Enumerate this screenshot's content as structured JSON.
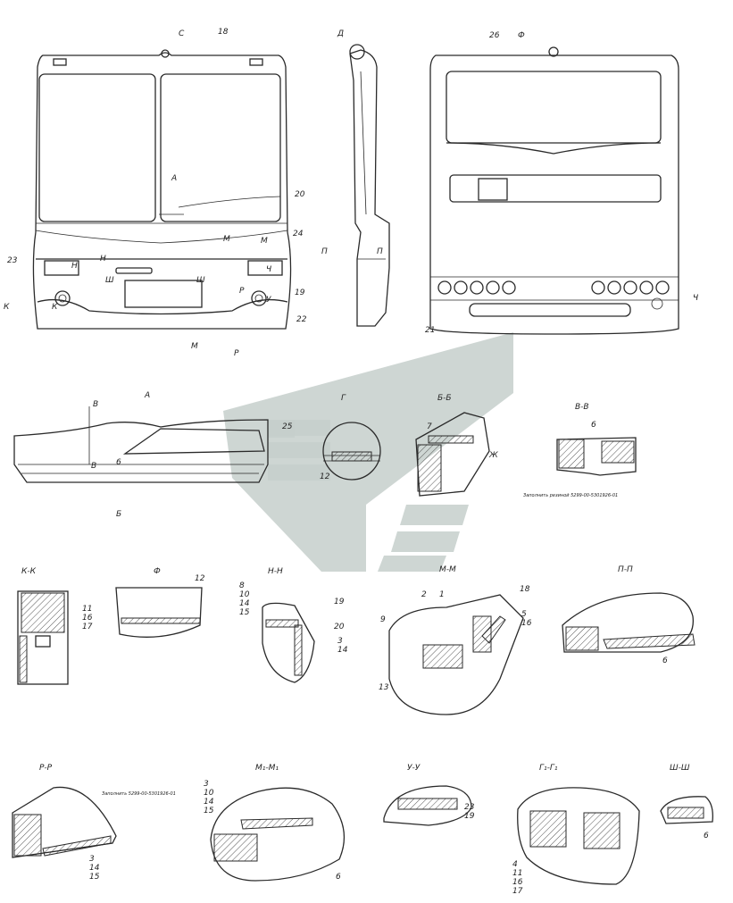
{
  "watermark_color": "#c6cfcb",
  "views": {
    "front": {
      "callouts": [
        "С",
        "18",
        "23",
        "20",
        "24",
        "19",
        "22",
        "А",
        "Н",
        "Н",
        "М",
        "М",
        "Ш",
        "Ш",
        "Р",
        "У",
        "Ч",
        "К",
        "К",
        "М",
        "Р"
      ]
    },
    "side": {
      "callouts": [
        "Д",
        "П",
        "П"
      ]
    },
    "rear": {
      "callouts": [
        "26",
        "Ф",
        "21",
        "Ч"
      ]
    }
  },
  "sections": {
    "A": {
      "title": "А",
      "callouts": [
        "В",
        "В",
        "25",
        "6",
        "Б"
      ]
    },
    "G": {
      "title": "Г",
      "callouts": [
        "12"
      ]
    },
    "BB": {
      "title": "Б-Б",
      "callouts": [
        "7",
        "Ж"
      ]
    },
    "VV": {
      "title": "В-В",
      "callouts": [
        "6"
      ],
      "note": "Заполнить резиной 5299-00-5301926-01"
    },
    "KK": {
      "title": "К-К",
      "callouts": [
        "11",
        "16",
        "17"
      ]
    },
    "F": {
      "title": "Ф",
      "callouts": [
        "12"
      ]
    },
    "NN": {
      "title": "Н-Н",
      "callouts": [
        "8",
        "10",
        "14",
        "15",
        "19",
        "20",
        "3",
        "14"
      ]
    },
    "MM": {
      "title": "М-М",
      "callouts": [
        "2",
        "1",
        "18",
        "9",
        "5",
        "16",
        "13"
      ]
    },
    "PP": {
      "title": "П-П",
      "callouts": [
        "6"
      ]
    },
    "RR": {
      "title": "Р-Р",
      "callouts": [
        "3",
        "14",
        "15"
      ],
      "note": "Заполнить 5299-00-5301926-01"
    },
    "M1M1": {
      "title": "М₁-М₁",
      "callouts": [
        "3",
        "10",
        "14",
        "15",
        "6"
      ]
    },
    "UU": {
      "title": "У-У",
      "callouts": [
        "23",
        "19"
      ]
    },
    "G1G1": {
      "title": "Г₁-Г₁",
      "callouts": [
        "4",
        "11",
        "16",
        "17"
      ]
    },
    "ShSh": {
      "title": "Ш-Ш",
      "callouts": [
        "6"
      ]
    }
  }
}
